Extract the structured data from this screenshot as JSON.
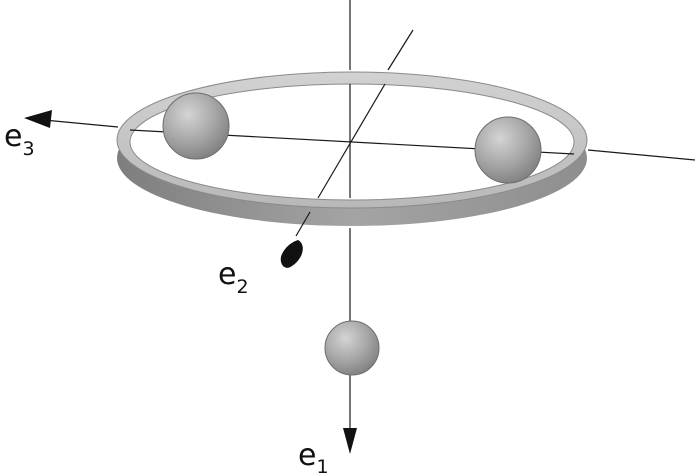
{
  "axes": {
    "e1": {
      "base": "e",
      "subscript": "1"
    },
    "e2": {
      "base": "e",
      "subscript": "2"
    },
    "e3": {
      "base": "e",
      "subscript": "3"
    }
  },
  "colors": {
    "ring_top": "#c8c8c8",
    "ring_side": "#9a9a9a",
    "sphere": "#a8a8a8",
    "axis_line": "#1a1a1a"
  }
}
